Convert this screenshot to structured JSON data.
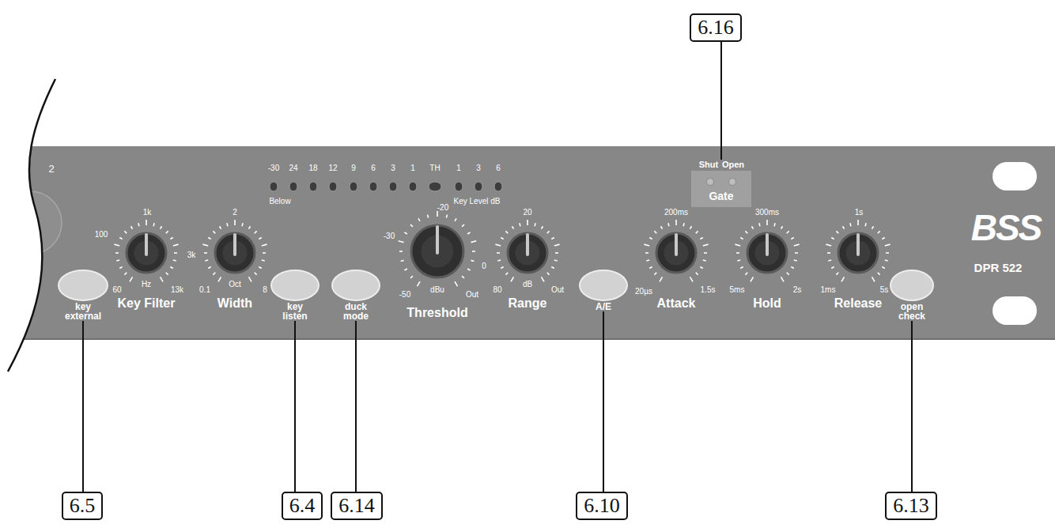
{
  "diagram": {
    "nodes": [
      {
        "text": [
          "6.16"
        ]
      },
      {
        "text": [
          "Shut",
          "Open",
          "Gate"
        ]
      },
      {
        "text": [
          "key external"
        ]
      },
      {
        "text": [
          "key listen"
        ]
      },
      {
        "text": [
          "duck mode"
        ]
      },
      {
        "text": [
          "A/E"
        ]
      },
      {
        "text": [
          "open check"
        ]
      },
      {
        "text": [
          "6.5"
        ]
      },
      {
        "text": [
          "6.4"
        ]
      },
      {
        "text": [
          "6.14"
        ]
      },
      {
        "text": [
          "6.10"
        ]
      },
      {
        "text": [
          "6.13"
        ]
      }
    ],
    "edges": [
      {
        "from": 0,
        "to": 1,
        "arrow": "none"
      },
      {
        "from": 7,
        "to": 2,
        "arrow": "none"
      },
      {
        "from": 8,
        "to": 3,
        "arrow": "none"
      },
      {
        "from": 9,
        "to": 4,
        "arrow": "none"
      },
      {
        "from": 10,
        "to": 5,
        "arrow": "none"
      },
      {
        "from": 11,
        "to": 6,
        "arrow": "none"
      }
    ],
    "labels": [
      "2",
      "-30",
      "24",
      "18",
      "12",
      "9",
      "6",
      "3",
      "1",
      "TH",
      "1",
      "3",
      "6",
      "Below",
      "Key Level dB",
      "1k",
      "100",
      "3k",
      "60",
      "Hz",
      "13k",
      "Key Filter",
      "2",
      "0.1",
      "Oct",
      "8",
      "Width",
      "-20",
      "-30",
      "0",
      "-50",
      "dBu",
      "Out",
      "Threshold",
      "20",
      "80",
      "dB",
      "Out",
      "Range",
      "200ms",
      "20µs",
      "1.5s",
      "Attack",
      "300ms",
      "5ms",
      "2s",
      "Hold",
      "1s",
      "1ms",
      "5s",
      "Release",
      "BSS",
      "DPR 522"
    ]
  }
}
